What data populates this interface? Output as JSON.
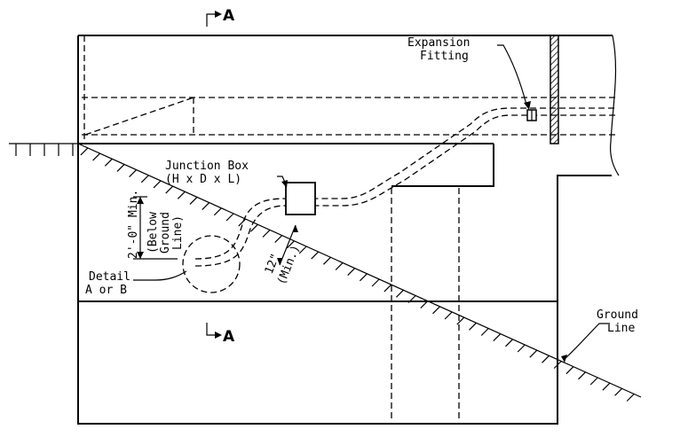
{
  "section_cut": {
    "letter": "A"
  },
  "labels": {
    "expansion_fitting": [
      "Expansion",
      "Fitting"
    ],
    "junction_box": [
      "Junction Box",
      "(H x D x L)"
    ],
    "min_depth": "2'-0\" Min.",
    "below_ground": [
      "(Below",
      "Ground",
      "Line)"
    ],
    "clearance": [
      "12\"",
      "(Min.)"
    ],
    "detail": [
      "Detail",
      "A or B"
    ],
    "ground_line": [
      "Ground",
      "Line"
    ]
  }
}
